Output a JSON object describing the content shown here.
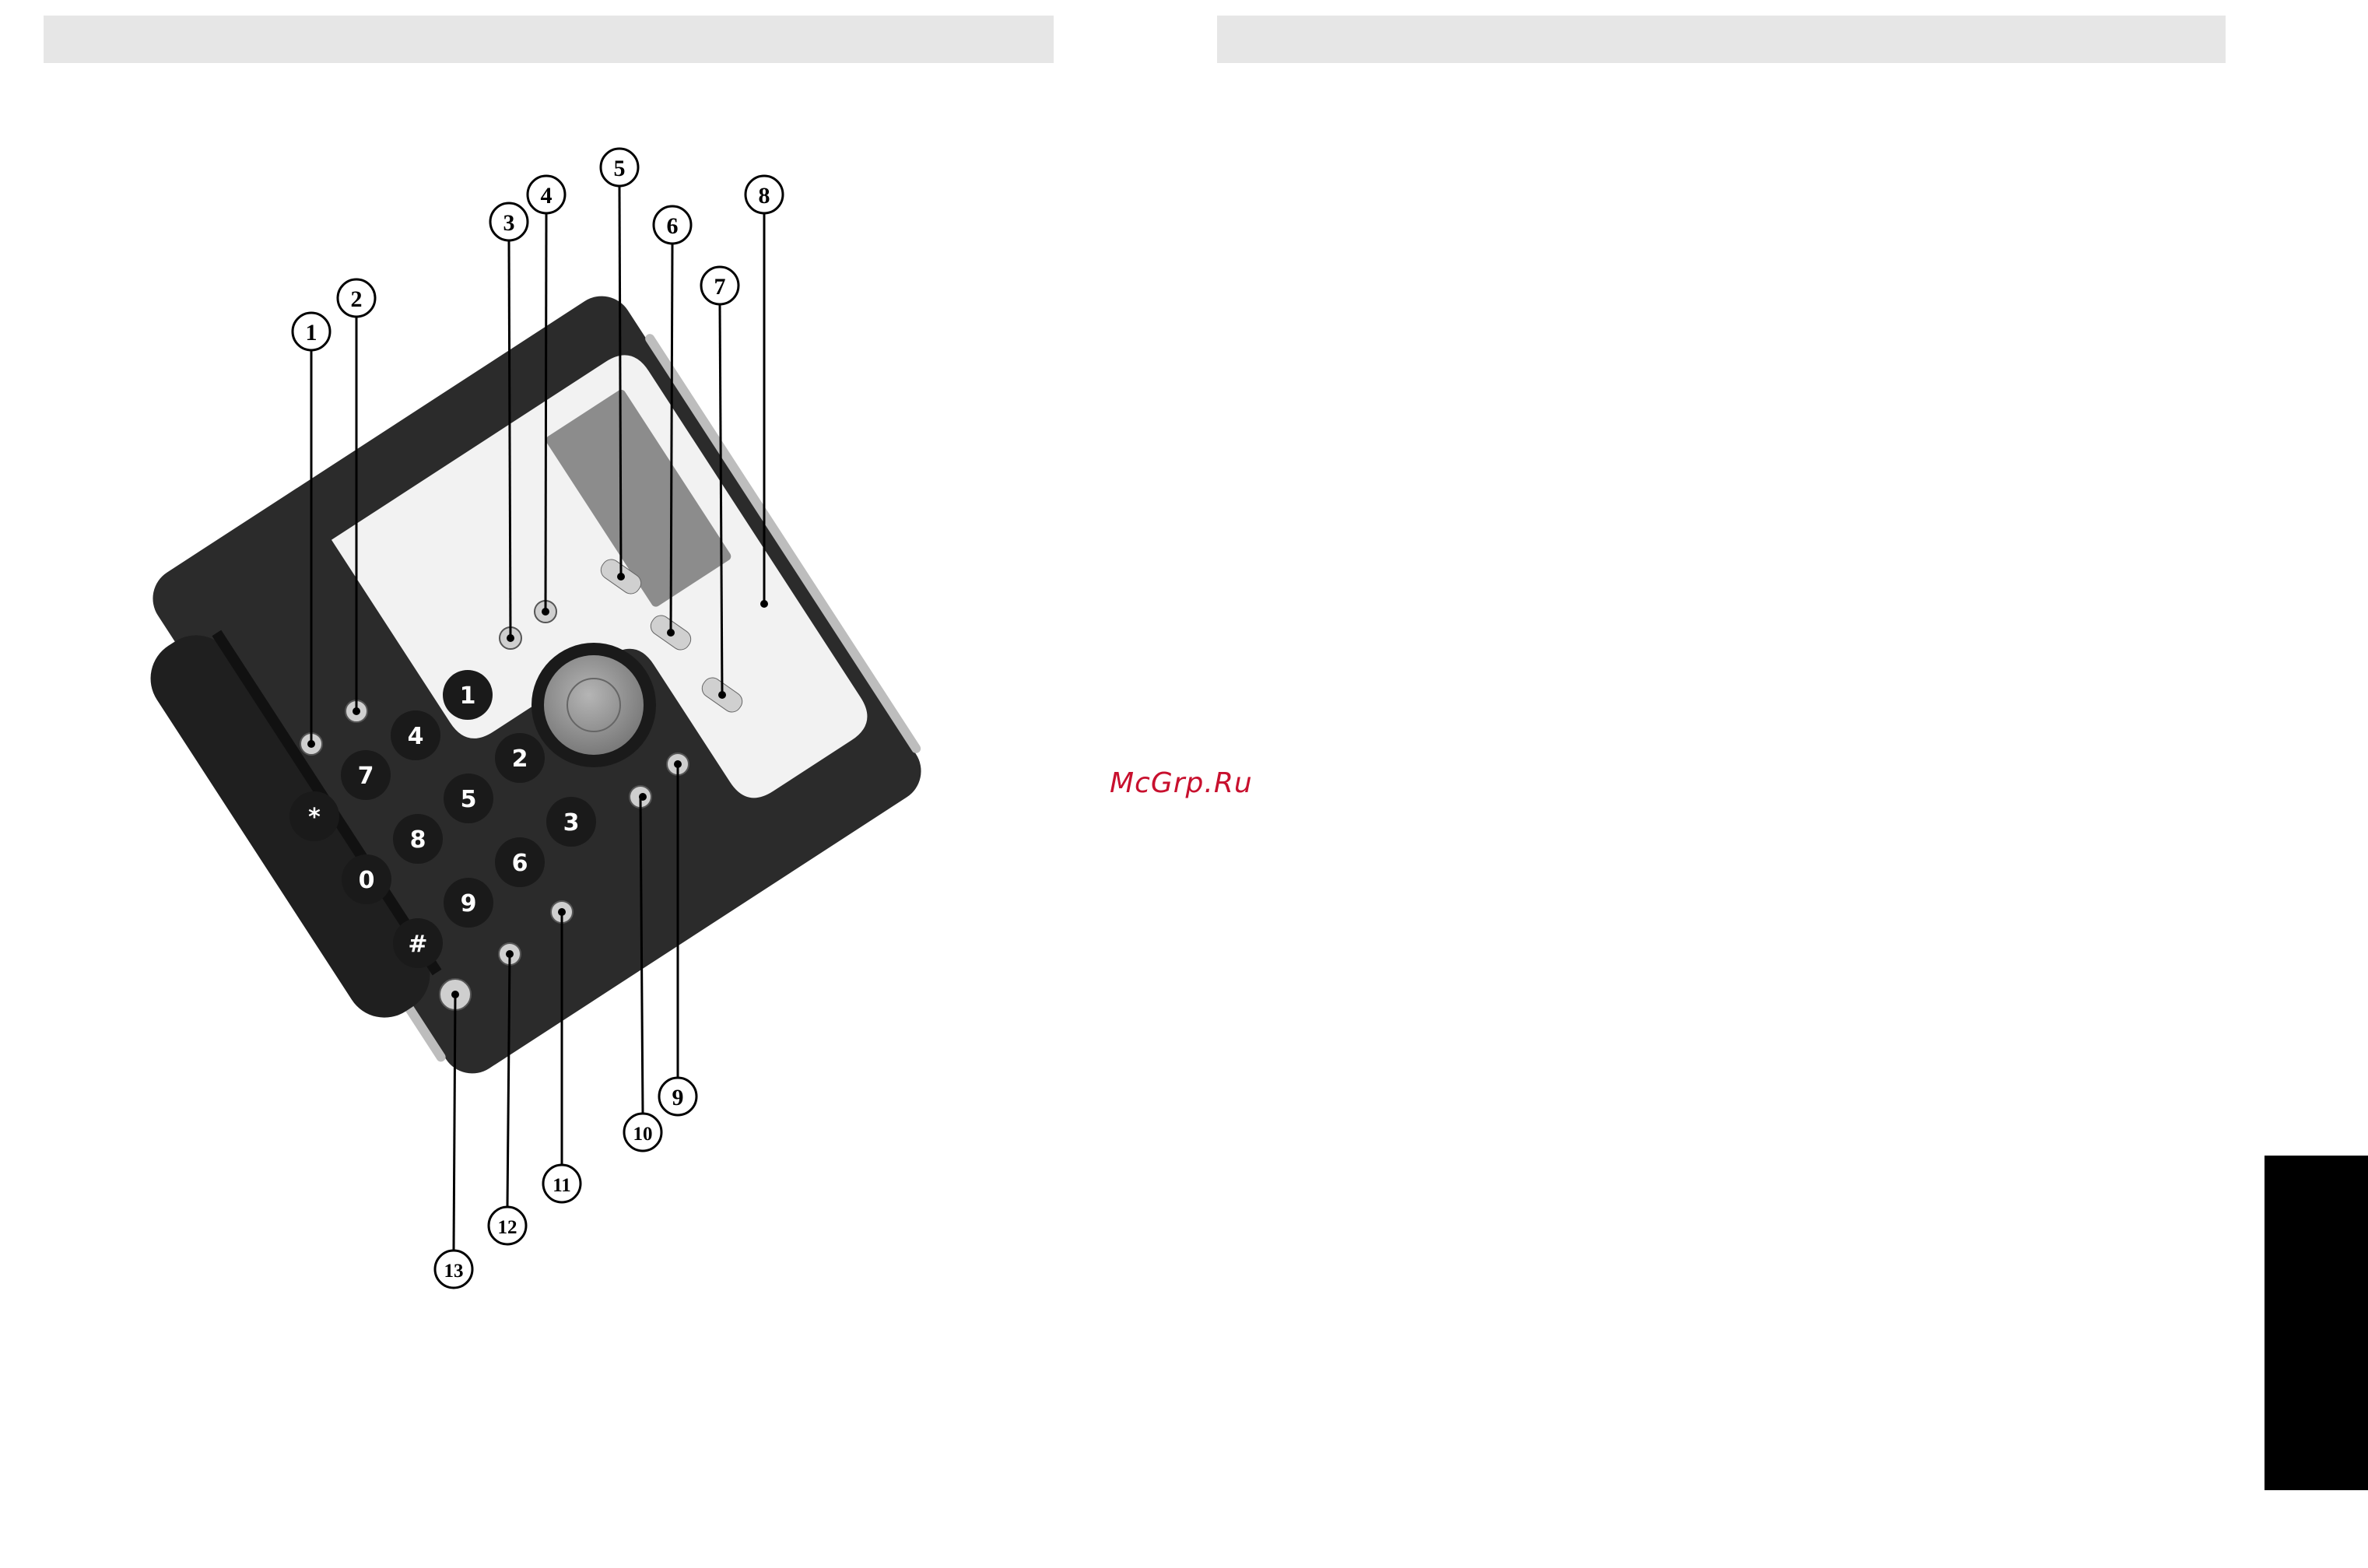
{
  "figure": {
    "callouts": [
      "1",
      "2",
      "3",
      "4",
      "5",
      "6",
      "7",
      "8",
      "9",
      "10",
      "11",
      "12",
      "13"
    ],
    "keypad": [
      "1",
      "4",
      "7",
      "*",
      "2",
      "5",
      "8",
      "0",
      "3",
      "6",
      "9",
      "#"
    ]
  },
  "watermark": "McGrp.Ru",
  "colors": {
    "header_bar": "#e6e6e6",
    "phone_body": "#2b2b2b",
    "handset": "#1f1f1f",
    "panel": "#f2f2f2",
    "display": "#8c8c8c",
    "side_tab": "#000000",
    "watermark": "#c8102e"
  }
}
